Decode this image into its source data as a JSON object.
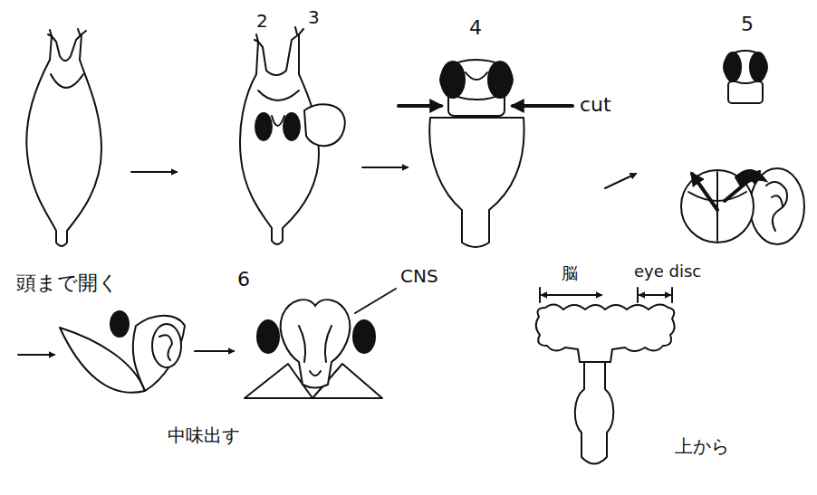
{
  "diagram": {
    "labels": [
      "2",
      "3",
      "4",
      "cut",
      "5",
      "頭まで開く",
      "6",
      "CNS",
      "中味出す",
      "脳",
      "eye disc",
      "上から"
    ]
  }
}
